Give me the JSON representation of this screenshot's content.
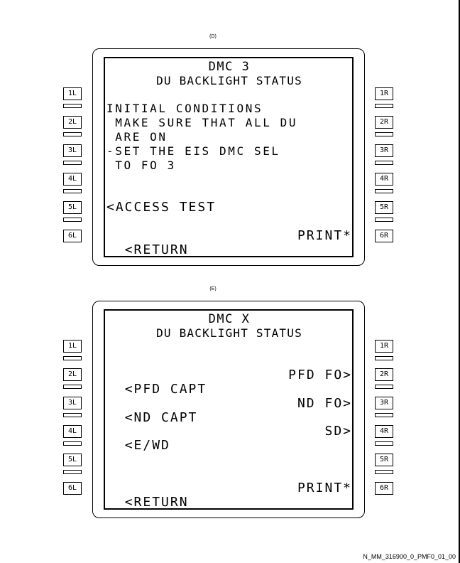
{
  "panels": [
    {
      "label": "(D)",
      "title": "DMC 3",
      "subtitle": "DU BACKLIGHT STATUS",
      "lines": [
        "INITIAL CONDITIONS",
        " MAKE SURE THAT ALL DU",
        " ARE ON",
        "-SET THE EIS DMC SEL",
        " TO FO 3"
      ],
      "access_test": "<ACCESS TEST",
      "return_label": "<RETURN",
      "print_label": "PRINT*"
    },
    {
      "label": "(E)",
      "title": "DMC X",
      "subtitle": "DU BACKLIGHT STATUS",
      "pfd_capt": "<PFD CAPT",
      "pfd_fo": "PFD FO>",
      "nd_capt": "<ND CAPT",
      "nd_fo": "ND FO>",
      "ewd": "<E/WD",
      "sd": "SD>",
      "return_label": "<RETURN",
      "print_label": "PRINT*"
    }
  ],
  "lsk_left": [
    "1L",
    "2L",
    "3L",
    "4L",
    "5L",
    "6L"
  ],
  "lsk_right": [
    "1R",
    "2R",
    "3R",
    "4R",
    "5R",
    "6R"
  ],
  "footer": "N_MM_316900_0_PMF0_01_00"
}
